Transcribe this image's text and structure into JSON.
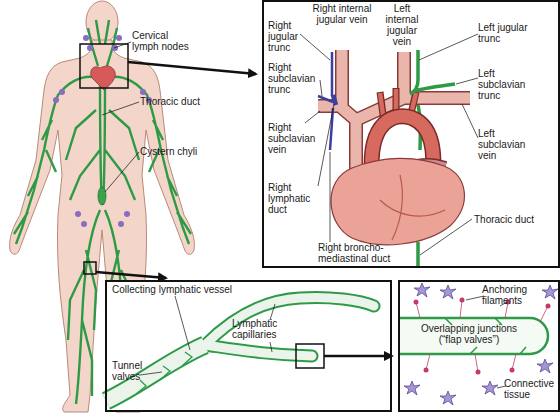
{
  "diagram": {
    "nodes": [
      {
        "text": [
          "Right internal jugular vein",
          "Left internal jugular vein",
          "Right jugular trunc",
          "Left jugular trunc",
          "Right subclavian trunc",
          "Left subclavian trunc",
          "Right subclavian vein",
          "Left subclavian vein",
          "Right lymphatic duct",
          "Right broncho-mediastinal duct",
          "Thoracic duct"
        ]
      },
      {
        "text": [
          "Collecting lymphatic vessel",
          "Lymphatic capillaries",
          "Tunnel valves"
        ]
      },
      {
        "text": [
          "Anchoring filaments",
          "Overlapping junctions (“flap valves”)",
          "Connective tissue"
        ]
      }
    ],
    "labels": [
      "Cervical lymph nodes",
      "Thoracic duct",
      "Cystern chyli"
    ]
  }
}
